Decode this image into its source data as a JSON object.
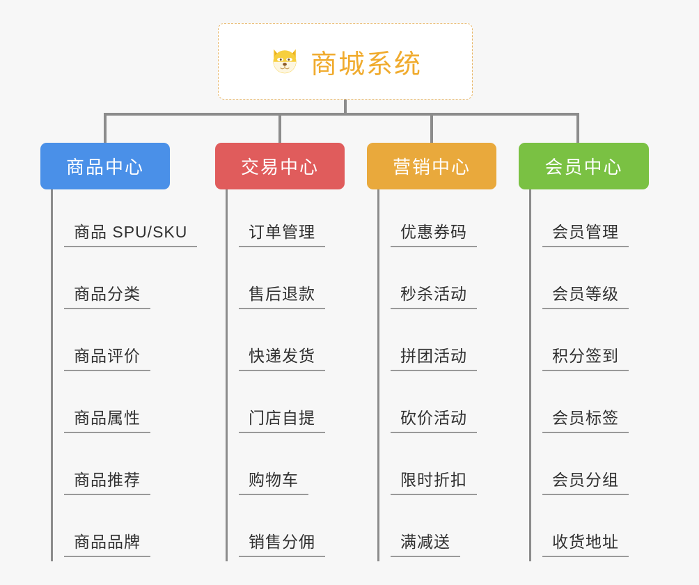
{
  "diagram": {
    "background_color": "#f7f7f7",
    "root": {
      "title": "商城系统",
      "icon": "shiba-dog-icon",
      "title_color": "#f0ab2e",
      "border_color": "#e8b76a"
    },
    "connector_color": "#8c8c8c",
    "branches": [
      {
        "label": "商品中心",
        "color": "#4a90e8",
        "items": [
          "商品 SPU/SKU",
          "商品分类",
          "商品评价",
          "商品属性",
          "商品推荐",
          "商品品牌"
        ]
      },
      {
        "label": "交易中心",
        "color": "#e05c5c",
        "items": [
          "订单管理",
          "售后退款",
          "快递发货",
          "门店自提",
          "购物车",
          "销售分佣"
        ]
      },
      {
        "label": "营销中心",
        "color": "#e9a93c",
        "items": [
          "优惠券码",
          "秒杀活动",
          "拼团活动",
          "砍价活动",
          "限时折扣",
          "满减送"
        ]
      },
      {
        "label": "会员中心",
        "color": "#7ac143",
        "items": [
          "会员管理",
          "会员等级",
          "积分签到",
          "会员标签",
          "会员分组",
          "收货地址"
        ]
      }
    ]
  }
}
